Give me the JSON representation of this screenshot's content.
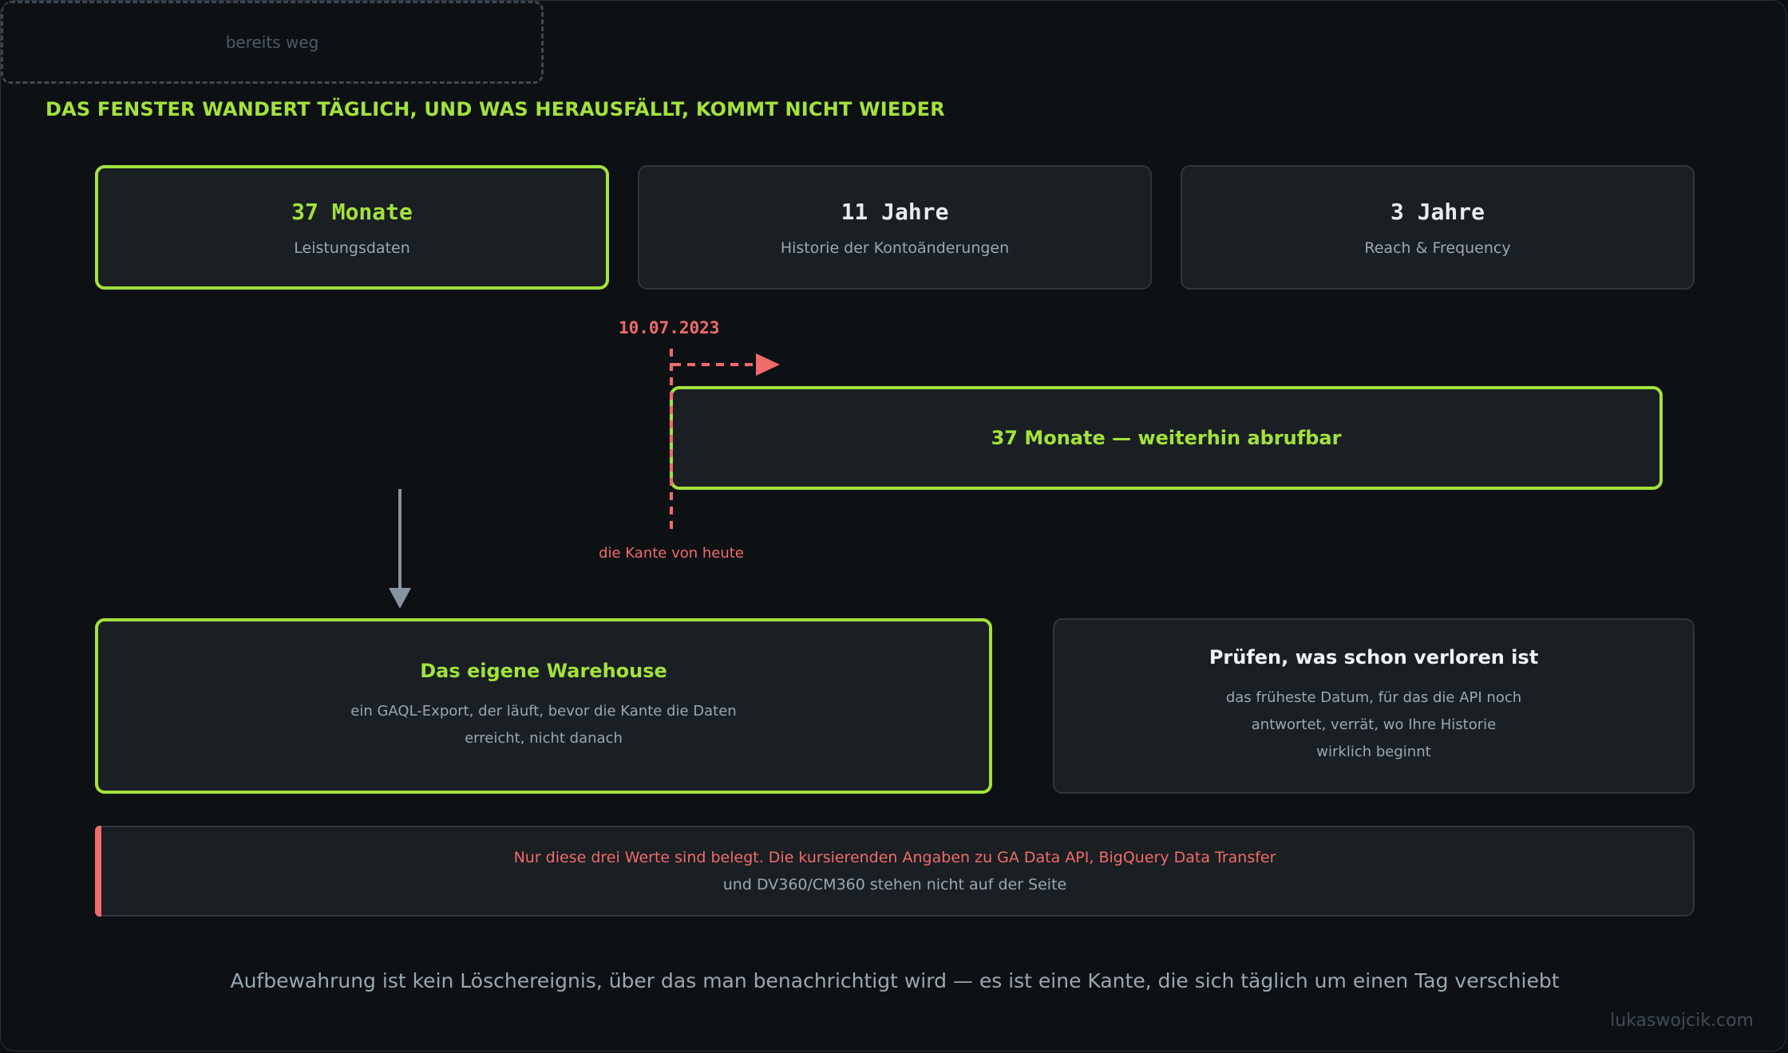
{
  "title": "DAS FENSTER WANDERT TÄGLICH, UND WAS HERAUSFÄLLT, KOMMT NICHT WIEDER",
  "retention_cards": [
    {
      "value": "37 Monate",
      "label": "Leistungsdaten",
      "highlight": true
    },
    {
      "value": "11 Jahre",
      "label": "Historie der Kontoänderungen",
      "highlight": false
    },
    {
      "value": "3 Jahre",
      "label": "Reach & Frequency",
      "highlight": false
    }
  ],
  "timeline": {
    "date": "10.07.2023",
    "gone_label": "bereits weg",
    "available_label": "37 Monate — weiterhin abrufbar",
    "edge_label": "die Kante von heute"
  },
  "warehouse": {
    "title": "Das eigene Warehouse",
    "desc_lines": [
      "ein GAQL-Export, der läuft, bevor die Kante die Daten",
      "erreicht, nicht danach"
    ]
  },
  "check": {
    "title": "Prüfen, was schon verloren ist",
    "desc_lines": [
      "das früheste Datum, für das die API noch",
      "antwortet, verrät, wo Ihre Historie",
      "wirklich beginnt"
    ]
  },
  "note": {
    "line1": "Nur diese drei Werte sind belegt. Die kursierenden Angaben zu GA Data API, BigQuery Data Transfer",
    "line2": "und DV360/CM360 stehen nicht auf der Seite"
  },
  "footer": "Aufbewahrung ist kein Löschereignis, über das man benachrichtigt wird — es ist eine Kante, die sich täglich um einen Tag verschiebt",
  "credit": "lukaswojcik.com",
  "colors": {
    "accent": "#a3e23b",
    "alert": "#f06b6b",
    "background": "#0d1114",
    "panel": "#1a1f23"
  }
}
